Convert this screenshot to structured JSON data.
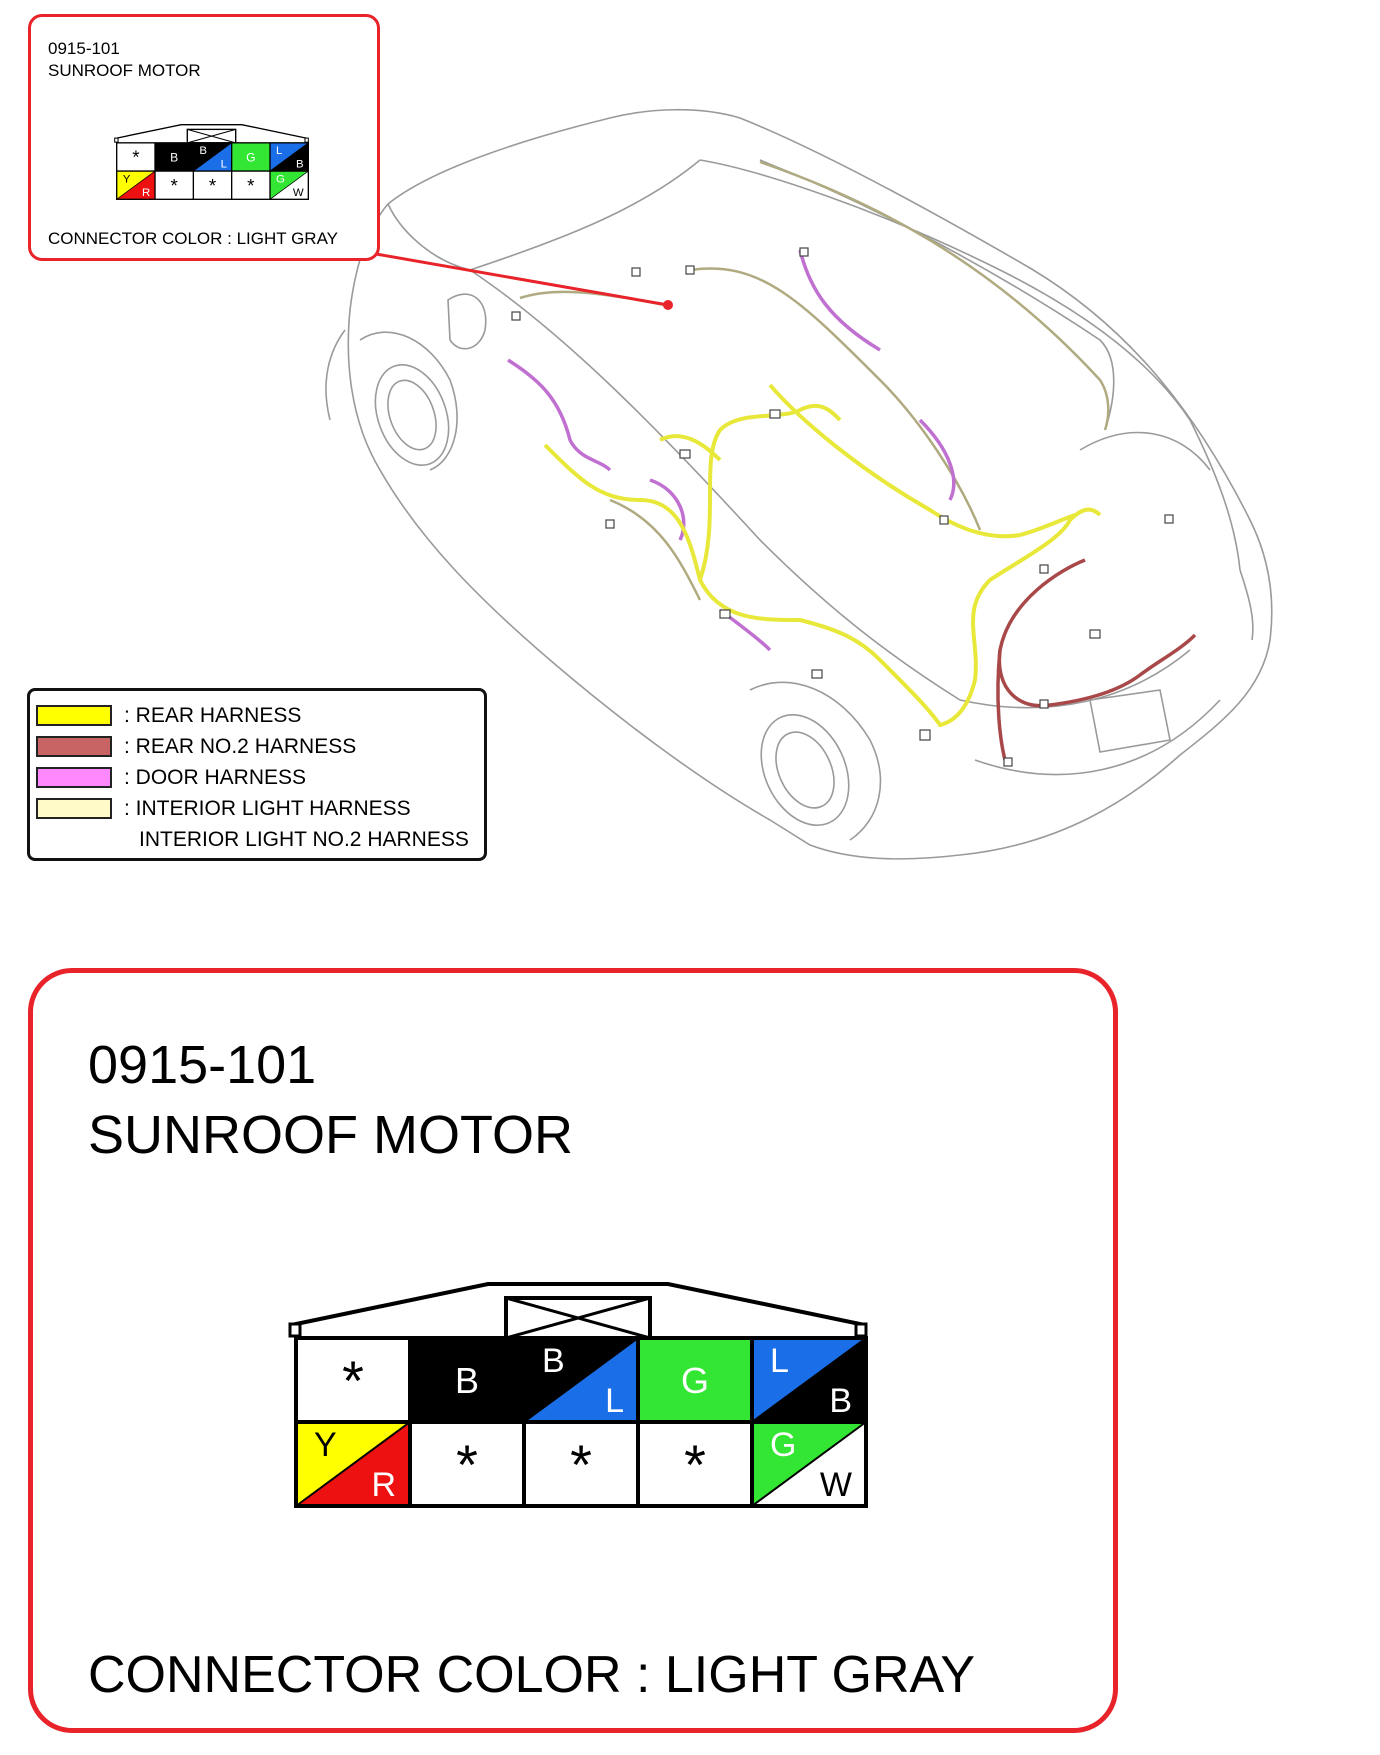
{
  "connector": {
    "part_number": "0915-101",
    "name": "SUNROOF MOTOR",
    "color_note": "CONNECTOR COLOR : LIGHT GRAY",
    "pins": [
      {
        "row": 0,
        "col": 0,
        "type": "empty",
        "label": "*"
      },
      {
        "row": 0,
        "col": 1,
        "type": "solid",
        "label": "B",
        "fill": "#000000",
        "text_color": "#ffffff"
      },
      {
        "row": 0,
        "col": 2,
        "type": "split",
        "label_a": "B",
        "label_b": "L",
        "fill_a": "#000000",
        "fill_b": "#1a6fe8",
        "text_a": "#ffffff",
        "text_b": "#ffffff"
      },
      {
        "row": 0,
        "col": 3,
        "type": "solid",
        "label": "G",
        "fill": "#33e633",
        "text_color": "#ffffff"
      },
      {
        "row": 0,
        "col": 4,
        "type": "split",
        "label_a": "L",
        "label_b": "B",
        "fill_a": "#1a6fe8",
        "fill_b": "#000000",
        "text_a": "#ffffff",
        "text_b": "#ffffff"
      },
      {
        "row": 1,
        "col": 0,
        "type": "split",
        "label_a": "Y",
        "label_b": "R",
        "fill_a": "#ffff00",
        "fill_b": "#ee1111",
        "text_a": "#000000",
        "text_b": "#ffffff"
      },
      {
        "row": 1,
        "col": 1,
        "type": "empty",
        "label": "*"
      },
      {
        "row": 1,
        "col": 2,
        "type": "empty",
        "label": "*"
      },
      {
        "row": 1,
        "col": 3,
        "type": "empty",
        "label": "*"
      },
      {
        "row": 1,
        "col": 4,
        "type": "split",
        "label_a": "G",
        "label_b": "W",
        "fill_a": "#33e633",
        "fill_b": "#ffffff",
        "text_a": "#ffffff",
        "text_b": "#000000"
      }
    ]
  },
  "legend": {
    "items": [
      {
        "label": ": REAR HARNESS",
        "color": "#ffff00"
      },
      {
        "label": ": REAR NO.2 HARNESS",
        "color": "#c96464"
      },
      {
        "label": ": DOOR HARNESS",
        "color": "#ff88ff"
      },
      {
        "label": ": INTERIOR LIGHT HARNESS",
        "color": "#fffac8"
      }
    ],
    "extra_line": "INTERIOR LIGHT NO.2 HARNESS"
  },
  "colors": {
    "callout_border": "#e8232a",
    "rear_harness": "#e8e83a",
    "rear_no2_harness": "#a84848",
    "door_harness": "#c070d0",
    "interior_light_harness": "#b0aa80",
    "car_outline": "#9a9a9a"
  }
}
